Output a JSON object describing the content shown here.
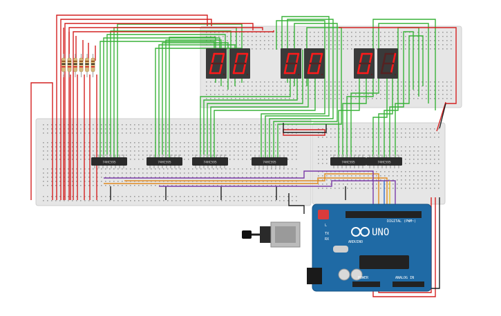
{
  "displays": {
    "digits": [
      "0",
      "0",
      "0",
      "0",
      "0",
      "1"
    ]
  },
  "chips": [
    {
      "label": "74HC595"
    },
    {
      "label": "74HC595"
    },
    {
      "label": "74HC595"
    },
    {
      "label": "74HC595"
    },
    {
      "label": "74HC595"
    },
    {
      "label": "74HC595"
    }
  ],
  "arduino": {
    "brand": "ARDUINO",
    "model": "UNO",
    "digital_header": "DIGITAL (PWM~)",
    "power_header": "POWER",
    "analog_header": "ANALOG IN",
    "tx": "TX",
    "rx": "RX",
    "led_l": "L"
  },
  "colors": {
    "breadboard": "#e4e4e4",
    "segment_on": "#ff1a1a",
    "display_body": "#3a3a3a",
    "chip_body": "#2b2b2b",
    "wire_green": "#38b238",
    "wire_red": "#d42020",
    "wire_black": "#1e1e1e",
    "wire_orange": "#e08a20",
    "wire_purple": "#7a3aa8",
    "wire_blue": "#2f6fd0",
    "wire_yellow": "#e6c229",
    "arduino_blue": "#1f6aa5"
  }
}
